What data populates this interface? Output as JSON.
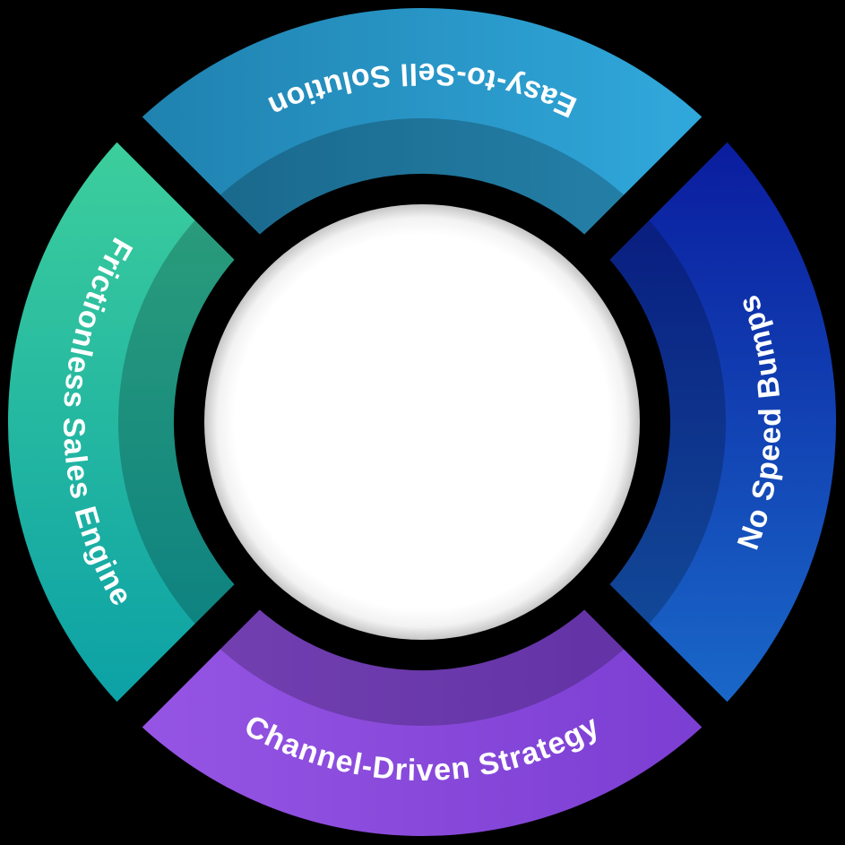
{
  "diagram": {
    "type": "circular-segmented-cycle-diagram",
    "background": "#000000",
    "gap_color": "#000000",
    "text_color": "#ffffff",
    "inner_band_shade_opacity": "0.22",
    "center_circle": {
      "fill_center": "#ffffff",
      "fill_mid": "#f2f2f2",
      "fill_edge": "#c6c6c6"
    },
    "segments": [
      {
        "position": "top",
        "label": "Easy-to-Sell Solution",
        "gradient_start": "#1f81ae",
        "gradient_end": "#31a9dd"
      },
      {
        "position": "right",
        "label": "No Speed Bumps",
        "gradient_start": "#0a1b9e",
        "gradient_end": "#1a69c9"
      },
      {
        "position": "bottom",
        "label": "Channel-Driven Strategy",
        "gradient_start": "#7b3ed2",
        "gradient_end": "#9655e4"
      },
      {
        "position": "left",
        "label": "Frictionless Sales Engine",
        "gradient_start": "#3ecf9c",
        "gradient_end": "#0ba0a6"
      }
    ]
  }
}
